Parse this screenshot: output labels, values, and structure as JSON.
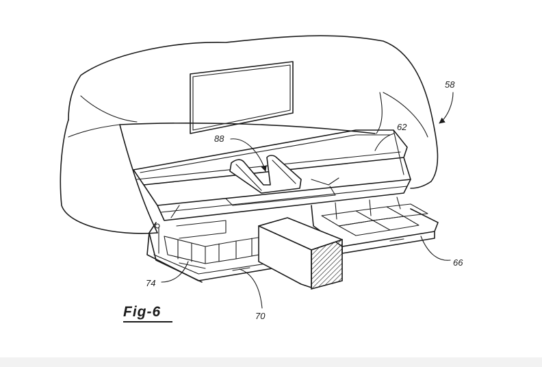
{
  "figure": {
    "label": "Fig-6",
    "reference_numerals": {
      "assembly": "58",
      "rail": "62",
      "right_tray": "66",
      "left_tray_slot": "70",
      "left_tray_lip": "74",
      "clip": "88"
    }
  },
  "colors": {
    "line": "#1a1a1a",
    "background": "#ffffff"
  }
}
